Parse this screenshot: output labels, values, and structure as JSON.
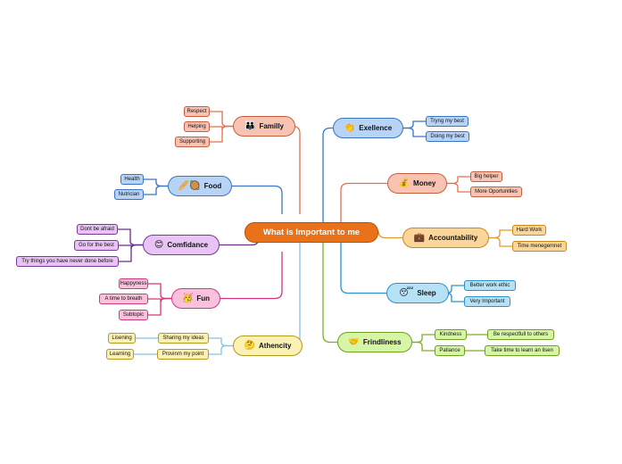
{
  "central": {
    "label": "What is Important to me"
  },
  "branches": [
    {
      "key": "family",
      "label": "Familly",
      "icon": "👪",
      "icon_name": "family-icon",
      "children": [
        "Respect",
        "Helping",
        "Supporting"
      ]
    },
    {
      "key": "food",
      "label": "Food",
      "icon": "🥖🥘",
      "icon_name": "food-icon",
      "children": [
        "Health",
        "Nutrician"
      ]
    },
    {
      "key": "confidence",
      "label": "Comfidance",
      "icon": "😊",
      "icon_name": "smile-icon",
      "children": [
        "Dont be afraid",
        "Go for the best",
        "Try things you have never done before"
      ]
    },
    {
      "key": "fun",
      "label": "Fun",
      "icon": "🥳",
      "icon_name": "party-icon",
      "children": [
        "Happyness",
        "A time to breath",
        "Subtopic"
      ]
    },
    {
      "key": "authenticity",
      "label": "Athencity",
      "icon": "🤔",
      "icon_name": "thinking-icon",
      "children": [
        {
          "label": "Sharing my ideas",
          "children": [
            "Lisening"
          ]
        },
        {
          "label": "Provinm my point",
          "children": [
            "Learning"
          ]
        }
      ]
    },
    {
      "key": "excellence",
      "label": "Exellence",
      "icon": "👏",
      "icon_name": "clap-icon",
      "children": [
        "Tryng my best",
        "Doing my best"
      ]
    },
    {
      "key": "money",
      "label": "Money",
      "icon": "💰",
      "icon_name": "money-bag-icon",
      "children": [
        "Big helper",
        "More Oportunities"
      ]
    },
    {
      "key": "accountability",
      "label": "Accountability",
      "icon": "💼",
      "icon_name": "briefcase-icon",
      "children": [
        "Hard Work",
        "Time menegemnet"
      ]
    },
    {
      "key": "sleep",
      "label": "Sleep",
      "icon": "😴",
      "icon_name": "sleep-icon",
      "children": [
        "Better work ethic",
        "Very Important"
      ]
    },
    {
      "key": "friendliness",
      "label": "Frindliness",
      "icon": "🤝",
      "icon_name": "handshake-icon",
      "children": [
        {
          "label": "Kindness",
          "children": [
            "Be respectfull to others"
          ]
        },
        {
          "label": "Patiance",
          "children": [
            "Take time to learn an lisen"
          ]
        }
      ]
    }
  ]
}
